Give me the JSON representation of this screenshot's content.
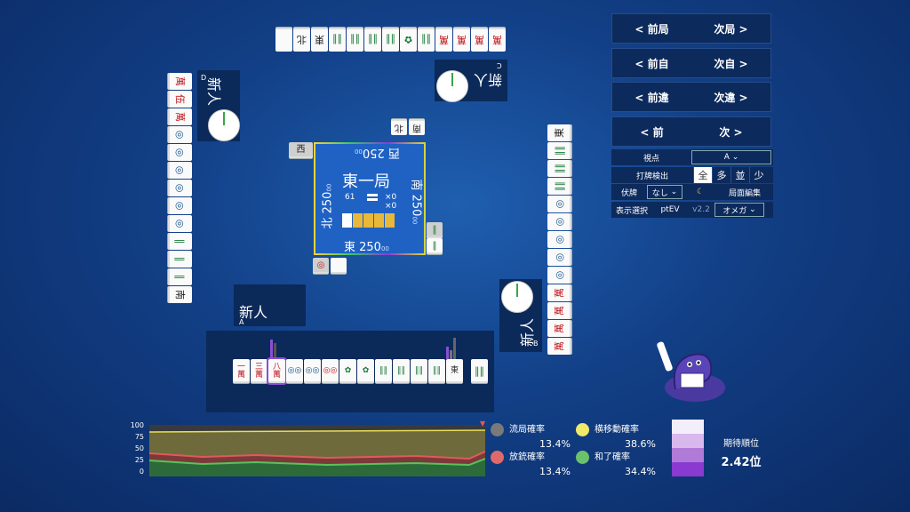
{
  "nav": {
    "prev_round": "< 前局",
    "next_round": "次局 >",
    "prev_self": "< 前自",
    "next_self": "次自 >",
    "prev_diff": "< 前違",
    "next_diff": "次違 >",
    "prev": "< 前",
    "next": "次 >"
  },
  "controls": {
    "viewpoint_label": "視点",
    "viewpoint_value": "A",
    "detect_label": "打牌検出",
    "detect_options": [
      "全",
      "多",
      "並",
      "少"
    ],
    "detect_selected": "全",
    "hide_label": "伏牌",
    "hide_value": "なし",
    "moon": "☾",
    "edit_label": "局面編集",
    "display_label": "表示選択",
    "display_value": "ptEV",
    "version": "v2.2",
    "model_value": "オメガ"
  },
  "center": {
    "round": "東一局",
    "honba": "61",
    "kyotaku": "×0\n×0",
    "east": "東 250",
    "south": "南 250",
    "west": "西 250",
    "north": "北 250",
    "sub": "00"
  },
  "players": {
    "A": {
      "name": "新人",
      "seat": "A"
    },
    "B": {
      "name": "新人",
      "seat": "B"
    },
    "C": {
      "name": "新人",
      "seat": "C"
    },
    "D": {
      "name": "新人",
      "seat": "D"
    }
  },
  "hand": {
    "tiles": [
      {
        "t": "一\n萬",
        "c": "red"
      },
      {
        "t": "三\n萬",
        "c": "red"
      },
      {
        "t": "八\n萬",
        "c": "red",
        "hi": true
      },
      {
        "t": "◎◎",
        "c": "blu"
      },
      {
        "t": "◎◎",
        "c": "blu"
      },
      {
        "t": "◎◎",
        "c": "red"
      },
      {
        "t": "✿",
        "c": "grn"
      },
      {
        "t": "✿",
        "c": "grn"
      },
      {
        "t": "‖‖",
        "c": "grn"
      },
      {
        "t": "‖‖",
        "c": "grn"
      },
      {
        "t": "‖‖",
        "c": "grn"
      },
      {
        "t": "‖‖",
        "c": "grn"
      },
      {
        "t": "東",
        "c": ""
      }
    ],
    "draw": {
      "t": "‖‖",
      "c": "grn"
    }
  },
  "stats": {
    "ryukyoku_label": "流局確率",
    "ryukyoku": "13.4%",
    "yoko_label": "横移動確率",
    "yoko": "38.6%",
    "houjuu_label": "放銃確率",
    "houjuu": "13.4%",
    "agari_label": "和了確率",
    "agari": "34.4%",
    "rank_label": "期待順位",
    "rank": "2.42位",
    "colors": {
      "ryukyoku": "#7a7a7a",
      "yoko": "#f2e86a",
      "houjuu": "#e06a6a",
      "agari": "#6ac26a"
    }
  },
  "graph": {
    "y_ticks": [
      "100",
      "75",
      "50",
      "25",
      "0"
    ]
  }
}
